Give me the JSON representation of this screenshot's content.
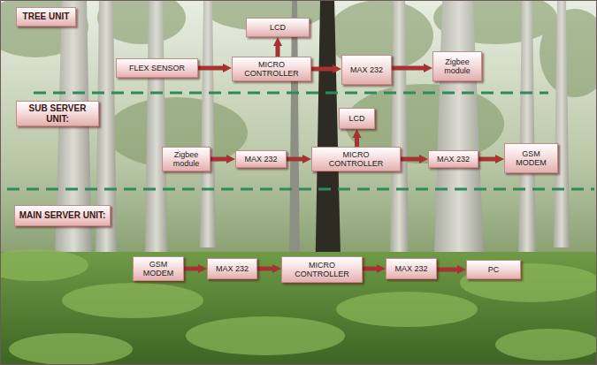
{
  "diagram": {
    "nodes": [
      {
        "text": [
          "TREE UNIT"
        ]
      },
      {
        "text": [
          "LCD"
        ]
      },
      {
        "text": [
          "FLEX SENSOR"
        ]
      },
      {
        "text": [
          "MICRO CONTROLLER"
        ]
      },
      {
        "text": [
          "MAX 232"
        ]
      },
      {
        "text": [
          "Zigbee module"
        ]
      },
      {
        "text": [
          "SUB SERVER UNIT:"
        ]
      },
      {
        "text": [
          "LCD"
        ]
      },
      {
        "text": [
          "Zigbee module"
        ]
      },
      {
        "text": [
          "MAX 232"
        ]
      },
      {
        "text": [
          "MICRO CONTROLLER"
        ]
      },
      {
        "text": [
          "MAX 232"
        ]
      },
      {
        "text": [
          "GSM MODEM"
        ]
      },
      {
        "text": [
          "MAIN SERVER UNIT:"
        ]
      },
      {
        "text": [
          "GSM MODEM"
        ]
      },
      {
        "text": [
          "MAX 232"
        ]
      },
      {
        "text": [
          "MICRO CONTROLLER"
        ]
      },
      {
        "text": [
          "MAX 232"
        ]
      },
      {
        "text": [
          "PC"
        ]
      }
    ],
    "edges": [
      {
        "from": 3,
        "to": 1,
        "arrow": "to"
      },
      {
        "from": 2,
        "to": 3,
        "arrow": "to"
      },
      {
        "from": 3,
        "to": 4,
        "arrow": "to"
      },
      {
        "from": 4,
        "to": 5,
        "arrow": "to"
      },
      {
        "from": 10,
        "to": 7,
        "arrow": "to"
      },
      {
        "from": 8,
        "to": 9,
        "arrow": "to"
      },
      {
        "from": 9,
        "to": 10,
        "arrow": "to"
      },
      {
        "from": 10,
        "to": 11,
        "arrow": "to"
      },
      {
        "from": 11,
        "to": 12,
        "arrow": "to"
      },
      {
        "from": 14,
        "to": 15,
        "arrow": "to"
      },
      {
        "from": 15,
        "to": 16,
        "arrow": "to"
      },
      {
        "from": 16,
        "to": 17,
        "arrow": "to"
      },
      {
        "from": 17,
        "to": 18,
        "arrow": "to"
      }
    ]
  }
}
